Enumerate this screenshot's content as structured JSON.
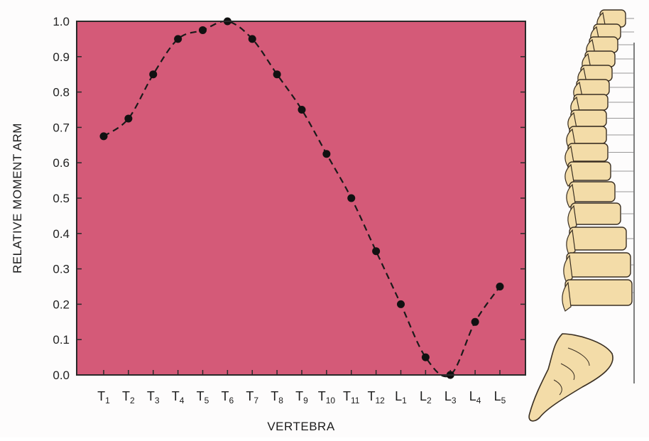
{
  "colors": {
    "plot_background": "#d45a78",
    "frame": "#2a2a2a",
    "line": "#1a1a1a",
    "marker": "#111111",
    "bone_fill": "#f3dca8",
    "bone_stroke": "#3a2f22"
  },
  "illustration": {
    "subject": "spine-illustration"
  },
  "chart_data": {
    "type": "line",
    "xlabel": "VERTEBRA",
    "ylabel": "RELATIVE MOMENT ARM",
    "ylim": [
      0.0,
      1.0
    ],
    "yticks": [
      0.0,
      0.1,
      0.2,
      0.3,
      0.4,
      0.5,
      0.6,
      0.7,
      0.8,
      0.9,
      1.0
    ],
    "ytick_labels": [
      "0.0",
      "0.1",
      "0.2",
      "0.3",
      "0.4",
      "0.5",
      "0.6",
      "0.7",
      "0.8",
      "0.9",
      "1.0"
    ],
    "grid": false,
    "categories": [
      {
        "base": "T",
        "sub": "1"
      },
      {
        "base": "T",
        "sub": "2"
      },
      {
        "base": "T",
        "sub": "3"
      },
      {
        "base": "T",
        "sub": "4"
      },
      {
        "base": "T",
        "sub": "5"
      },
      {
        "base": "T",
        "sub": "6"
      },
      {
        "base": "T",
        "sub": "7"
      },
      {
        "base": "T",
        "sub": "8"
      },
      {
        "base": "T",
        "sub": "9"
      },
      {
        "base": "T",
        "sub": "10"
      },
      {
        "base": "T",
        "sub": "11"
      },
      {
        "base": "T",
        "sub": "12"
      },
      {
        "base": "L",
        "sub": "1"
      },
      {
        "base": "L",
        "sub": "2"
      },
      {
        "base": "L",
        "sub": "3"
      },
      {
        "base": "L",
        "sub": "4"
      },
      {
        "base": "L",
        "sub": "5"
      }
    ],
    "values": [
      0.675,
      0.725,
      0.85,
      0.95,
      0.975,
      1.0,
      0.95,
      0.85,
      0.75,
      0.625,
      0.5,
      0.35,
      0.2,
      0.05,
      0.0,
      0.15,
      0.25
    ],
    "line_style": "dashed",
    "marker": "circle"
  }
}
